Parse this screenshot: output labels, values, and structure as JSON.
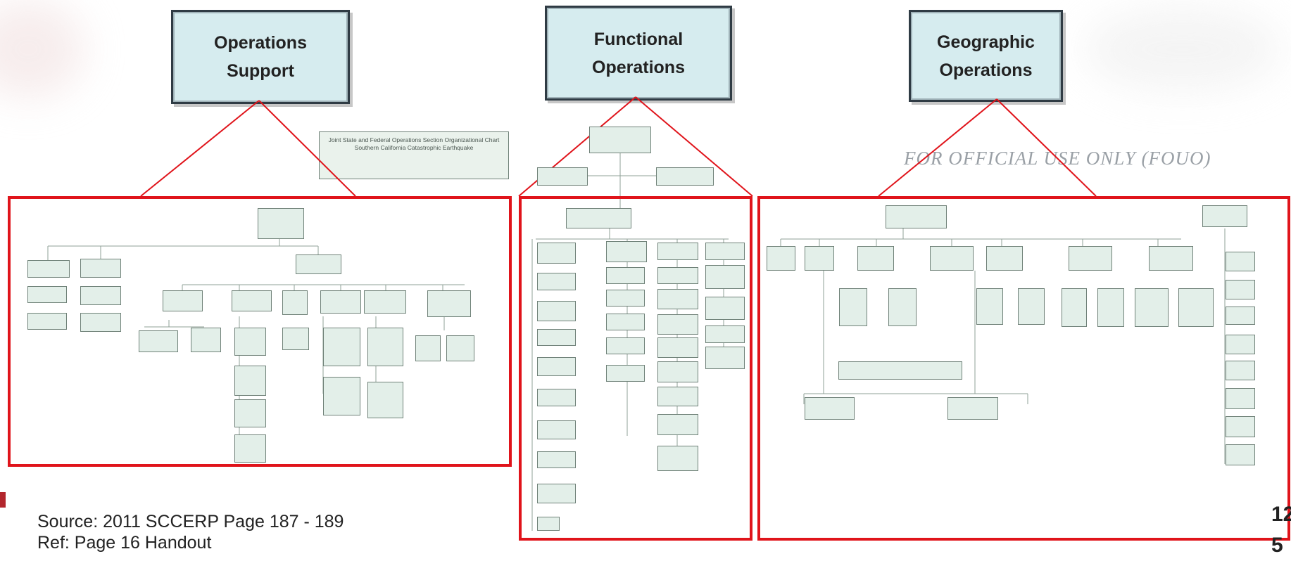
{
  "headers": {
    "operations_support": {
      "line1": "Operations",
      "line2": "Support"
    },
    "functional_operations": {
      "line1": "Functional",
      "line2": "Operations"
    },
    "geographic_operations": {
      "line1": "Geographic",
      "line2": "Operations"
    }
  },
  "chart_title": "Joint State and Federal Operations Section Organizational Chart Southern California Catastrophic Earthquake",
  "fouo": "FOR OFFICIAL USE ONLY (FOUO)",
  "source": "Source:  2011 SCCERP Page 187 - 189",
  "ref": "Ref: Page 16 Handout",
  "page_number": {
    "line1": "12",
    "line2": "5"
  },
  "colors": {
    "frame": "#e0141b",
    "header_fill": "#d6ecef",
    "box_fill": "#e3efe9"
  }
}
